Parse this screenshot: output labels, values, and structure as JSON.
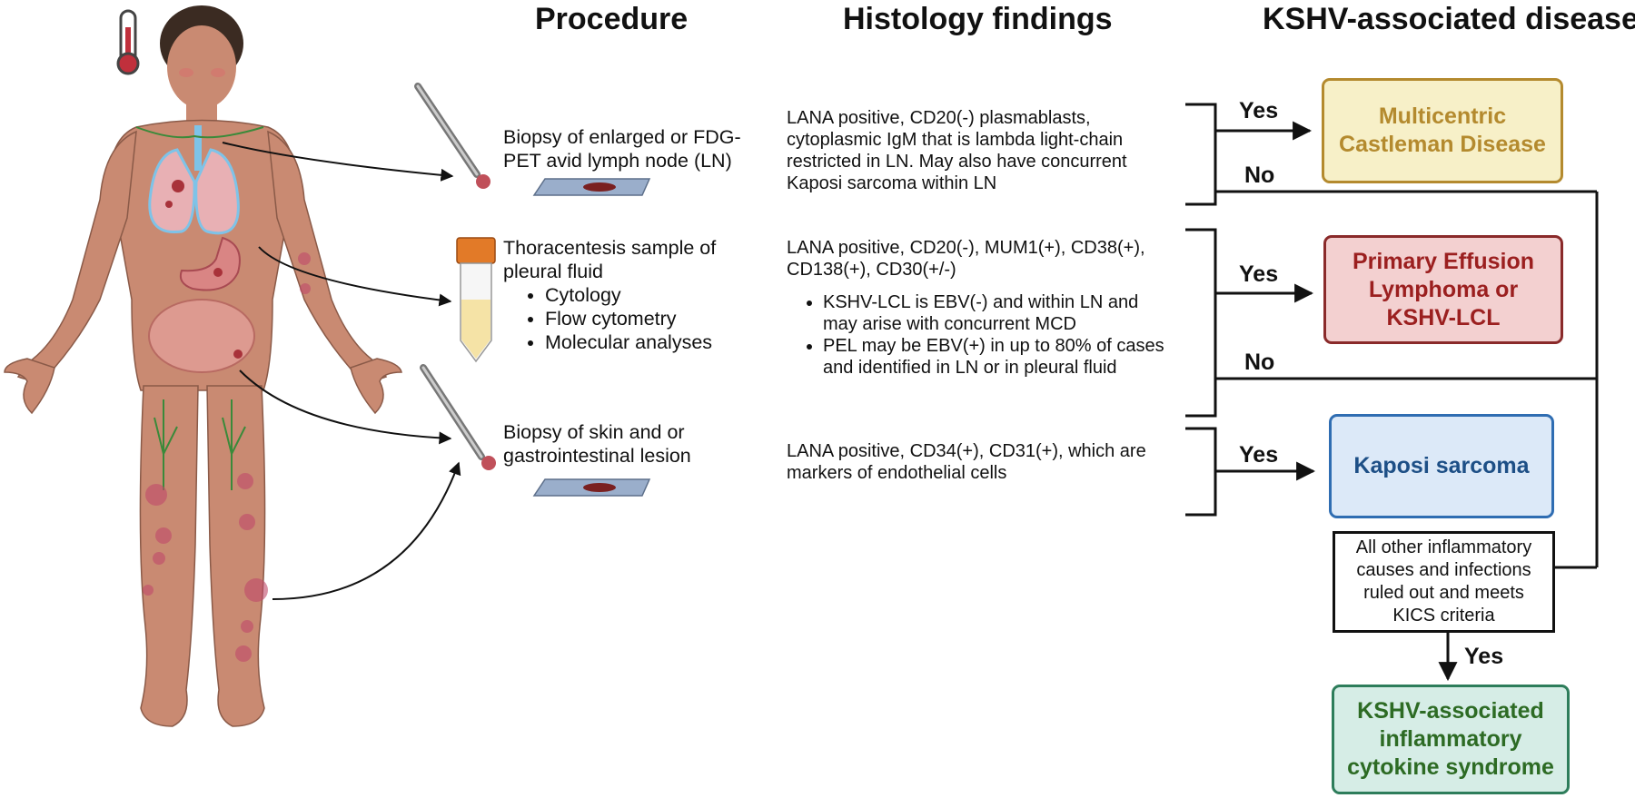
{
  "headers": {
    "procedure": "Procedure",
    "histology": "Histology findings",
    "disease": "KSHV-associated disease"
  },
  "procedures": {
    "lymph_node": "Biopsy of enlarged or FDG-PET avid lymph node (LN)",
    "thoracentesis": "Thoracentesis sample of pleural fluid",
    "thoracentesis_items": [
      "Cytology",
      "Flow cytometry",
      "Molecular analyses"
    ],
    "skin": "Biopsy of skin and or gastrointestinal lesion"
  },
  "histology": {
    "mcd": "LANA positive, CD20(-) plasmablasts, cytoplasmic IgM that is lambda light-chain restricted in LN. May also have concurrent Kaposi sarcoma within LN",
    "pel": "LANA positive, CD20(-), MUM1(+), CD38(+), CD138(+), CD30(+/-)",
    "pel_bullets": [
      "KSHV-LCL is EBV(-) and within LN and may arise with concurrent MCD",
      "PEL may be EBV(+) in up to 80% of cases and identified in LN or in pleural fluid"
    ],
    "ks": "LANA positive, CD34(+), CD31(+), which are markers of endothelial cells"
  },
  "diseases": {
    "mcd": "Multicentric Castleman Disease",
    "pel": "Primary Effusion Lymphoma or KSHV-LCL",
    "ks": "Kaposi sarcoma",
    "kics": "KSHV-associated inflammatory cytokine syndrome"
  },
  "criteria_box": "All other inflammatory causes and infections ruled out and meets KICS criteria",
  "labels": {
    "yes": "Yes",
    "no": "No"
  },
  "colors": {
    "mcd_fill": "#f7f0c8",
    "mcd_border": "#b48a2e",
    "mcd_text": "#b48a2e",
    "pel_fill": "#f3d0d0",
    "pel_border": "#8a2a2a",
    "pel_text": "#9b1f1f",
    "ks_fill": "#dce9f8",
    "ks_border": "#2f6db2",
    "ks_text": "#1d4f86",
    "kics_fill": "#d6ede6",
    "kics_border": "#2e7d5b",
    "kics_text": "#2d6b24",
    "skin": "#c98a72"
  },
  "icons": [
    "thermometer-icon",
    "human-body-illustration",
    "forceps-icon",
    "glass-slide-icon",
    "falcon-tube-icon"
  ]
}
